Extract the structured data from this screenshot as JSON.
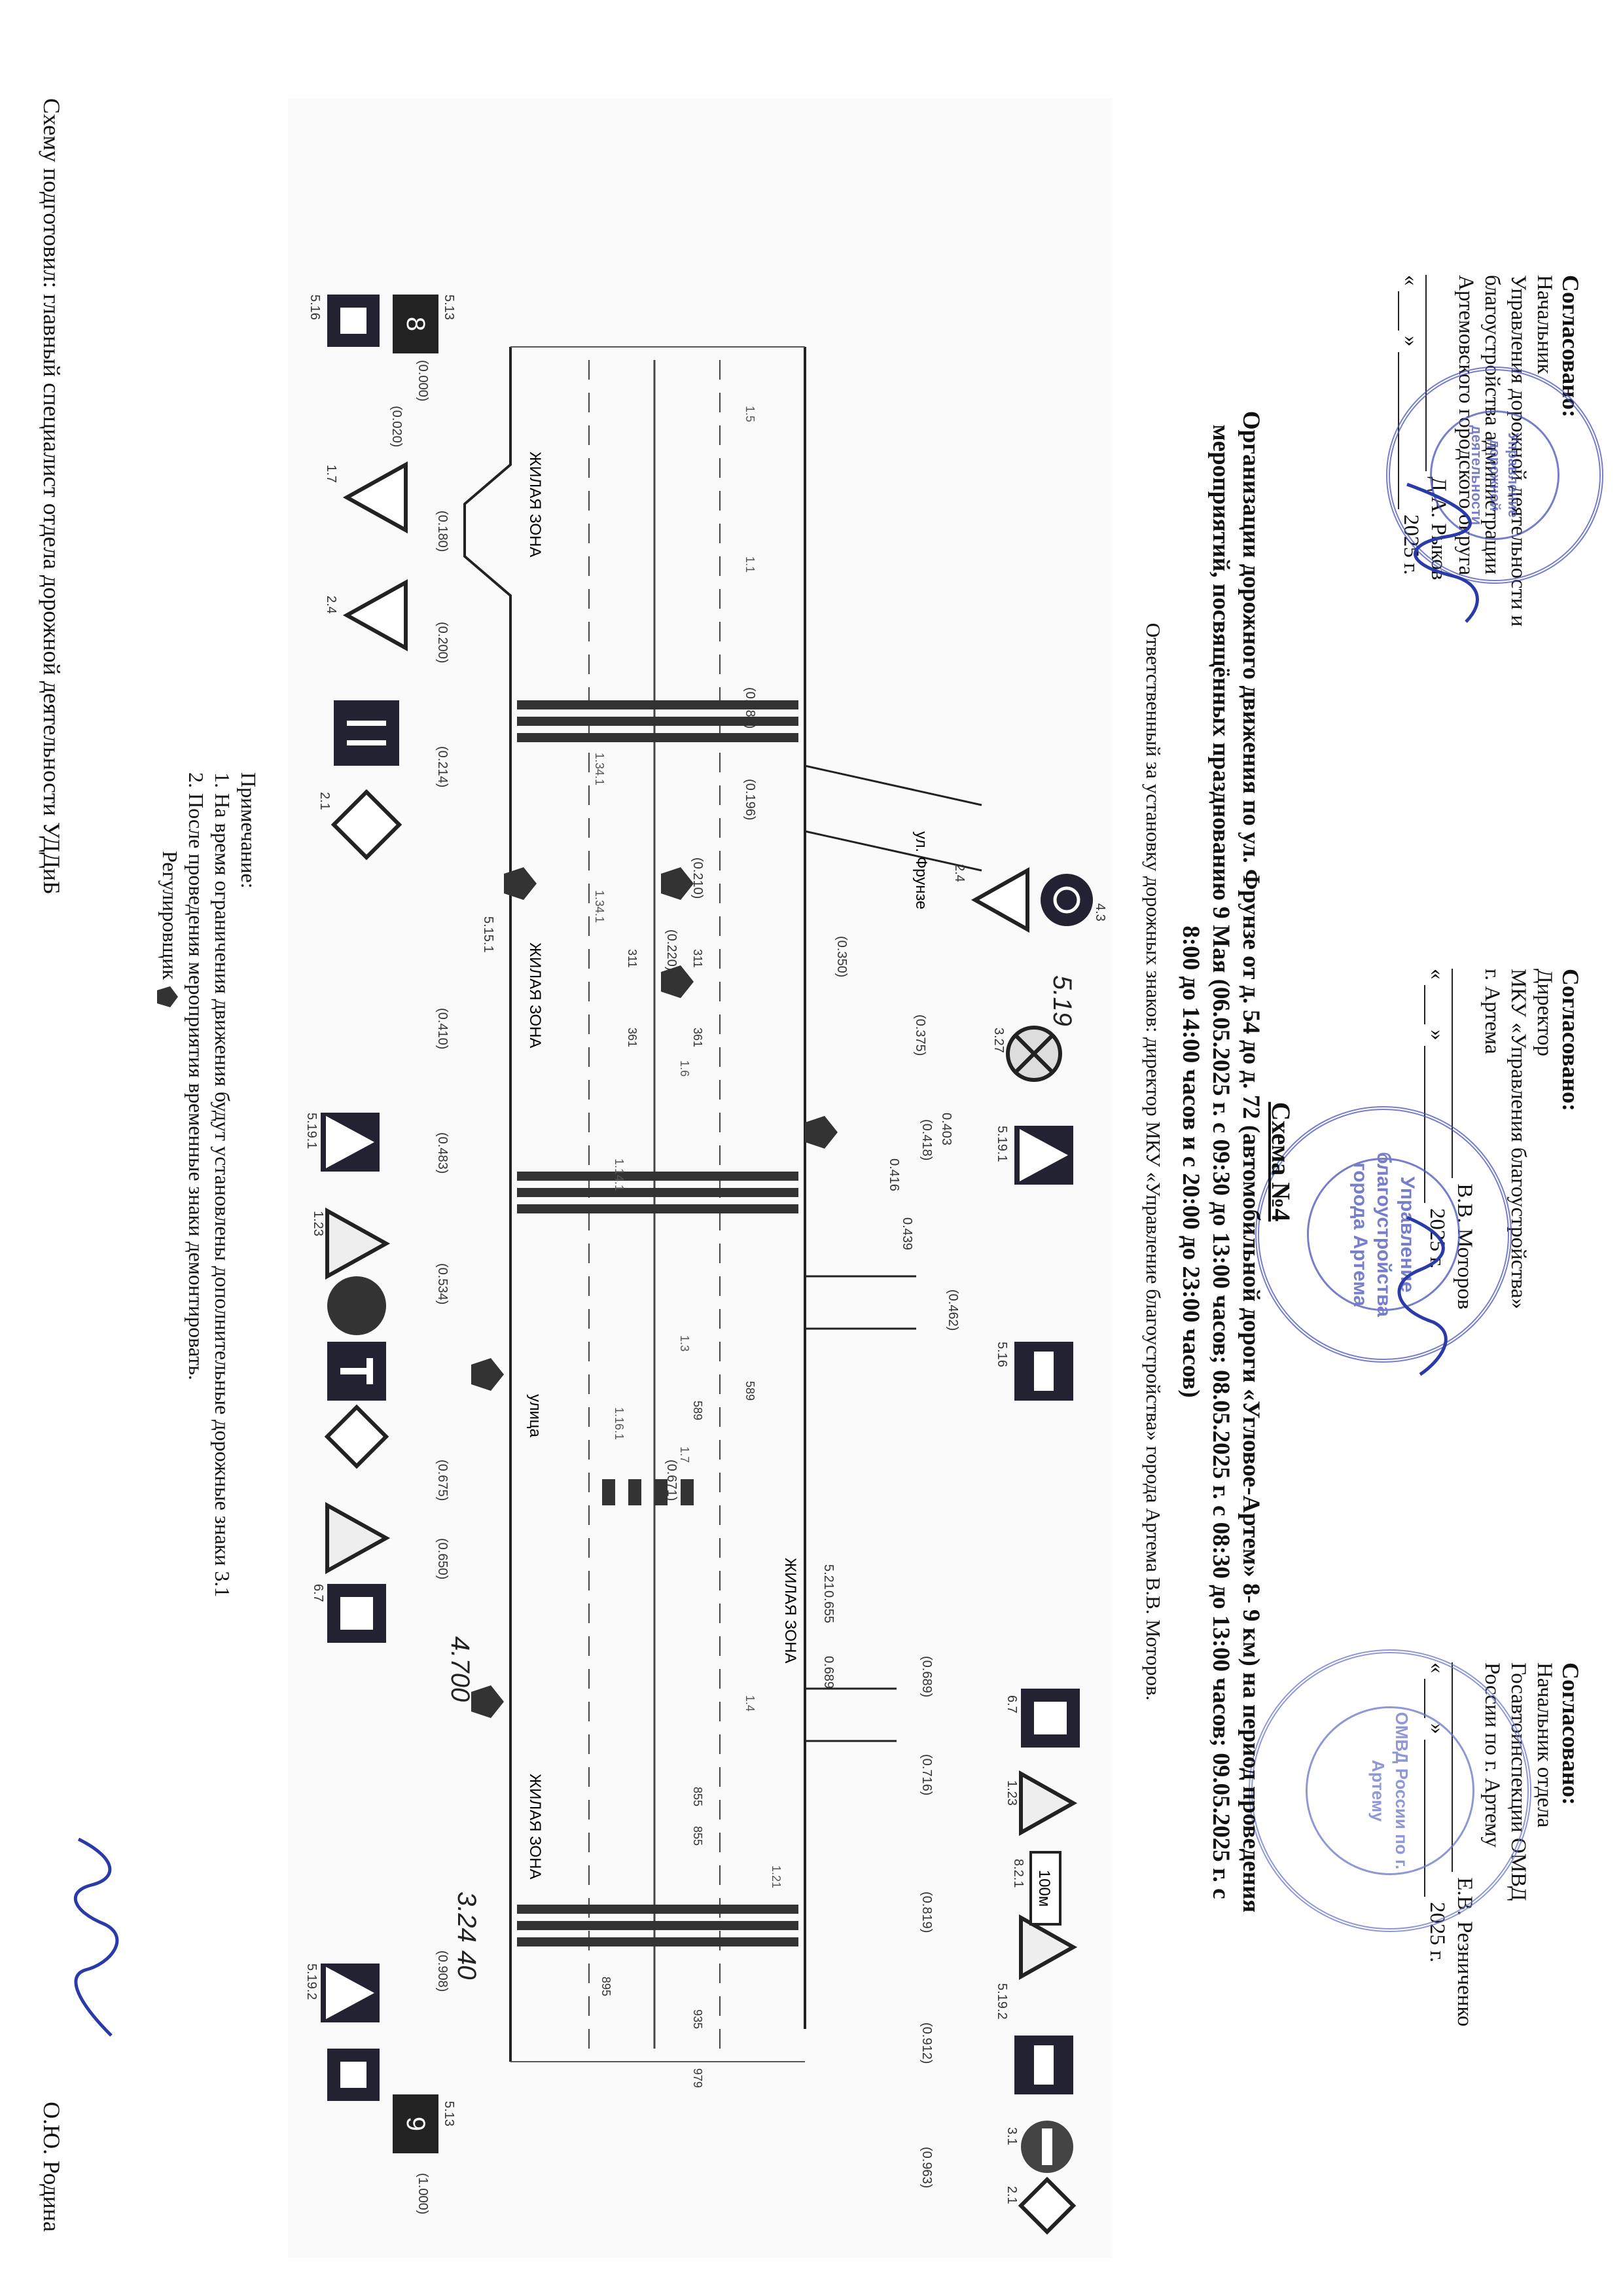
{
  "approvals": [
    {
      "heading": "Согласовано:",
      "lines": [
        "Начальник",
        "Управления дорожной деятельности и",
        "благоустройства администрации",
        "Артемовского городского округа"
      ],
      "signer": "Д.А. Рыков",
      "date_prefix": "«",
      "date_mid": "»",
      "year": "2025 г."
    },
    {
      "heading": "Согласовано:",
      "lines": [
        "Директор",
        "МКУ «Управления благоустройства»",
        "г. Артема"
      ],
      "signer": "В.В. Моторов",
      "date_prefix": "«",
      "date_mid": "»",
      "year": "2025 г."
    },
    {
      "heading": "Согласовано:",
      "lines": [
        "Начальник отдела",
        "Госавтоинспекции ОМВД",
        "России по г. Артему"
      ],
      "signer": "Е.В. Резниченко",
      "date_prefix": "«",
      "date_mid": "»",
      "year": "2025 г."
    }
  ],
  "stamps": {
    "left": "Управление дорожной деятельности",
    "middle": "Управление благоустройства города Артема",
    "right": "ОМВД России по г. Артему"
  },
  "title": {
    "scheme": "Схема №4",
    "line1": "Организации дорожного движения по ул. Фрунзе от д. 54 до д. 72 (автомобильной дороги «Угловое-Артем» 8- 9 км) на период проведения",
    "line2": "мероприятий, посвящённых празднованию 9 Мая (06.05.2025 г. с 09:30 до 13:00 часов; 08.05.2025 г. с 08:30 до 13:00 часов; 09.05.2025 г. с",
    "line3": "8:00 до 14:00 часов и с 20:00 до 23:00 часов)"
  },
  "responsible": "Ответственный за установку дорожных знаков: директор МКУ «Управление благоустройства» города Артема В.В. Моторов.",
  "diagram": {
    "zone_label": "ЖИЛАЯ ЗОНА",
    "street_label": "улица",
    "crossing_label": "ул. Фрунзе",
    "km_start": "8",
    "km_end": "9",
    "sign_codes_top": [
      "2.4",
      "4.3",
      "3.27",
      "5.19.1",
      "5.16",
      "5.21",
      "6.7",
      "1.23",
      "8.2.1",
      "5.19.2",
      "3.1",
      "2.1"
    ],
    "sign_codes_bottom": [
      "5.13",
      "5.16",
      "1.7",
      "2.4",
      "2.1",
      "5.15.1",
      "5.19.1",
      "1.23",
      "6.7",
      "5.19.2",
      "5.13"
    ],
    "distances_top": [
      "(0.350)",
      "(0.375)",
      "0.403",
      "(0.418)",
      "0.416",
      "0.439",
      "(0.462)",
      "0.655",
      "0.689",
      "(0.689)",
      "(0.716)",
      "(0.819)",
      "(0.912)",
      "(0.963)"
    ],
    "distances_bottom": [
      "(0.000)",
      "(0.020)",
      "(0.180)",
      "(0.200)",
      "(0.214)",
      "(0.410)",
      "(0.483)",
      "(0.534)",
      "(0.675)",
      "(0.650)",
      "(0.908)",
      "(1.000)"
    ],
    "distances_mid": [
      "(0.188)",
      "(0.196)",
      "(0.210)",
      "(0.220)",
      "(0.671)"
    ],
    "markings": [
      "1.5",
      "1.1",
      "1.14.1",
      "1.16.1",
      "1.6",
      "1.3",
      "1.7",
      "1.34.1",
      "1.34.1",
      "1.4",
      "1.21"
    ],
    "lane_numbers": [
      "311",
      "311",
      "361",
      "361",
      "589",
      "589",
      "855",
      "855",
      "895",
      "935",
      "979"
    ],
    "distance_plates": [
      "100м"
    ],
    "handwritten": [
      "5.19",
      "4.700",
      "3.24",
      "40"
    ]
  },
  "notes": {
    "heading": "Примечание:",
    "items": [
      "1. На время ограничения движения будут установлены дополнительные дорожные знаки 3.1",
      "2. После проведения мероприятия временные знаки демонтировать."
    ],
    "regulator": "Регулировщик"
  },
  "footer": {
    "prepared_by": "Схему подготовил: главный специалист отдела дорожной деятельности УДДиБ",
    "name": "О.Ю. Родина"
  }
}
